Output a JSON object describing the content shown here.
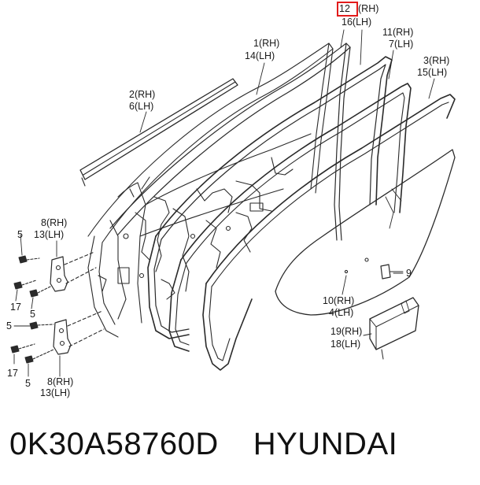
{
  "labels": {
    "l12": "12",
    "l12s": "(RH)",
    "l16": "16(LH)",
    "l1": "1(RH)",
    "l14": "14(LH)",
    "l11": "11(RH)",
    "l7": "7(LH)",
    "l3": "3(RH)",
    "l15": "15(LH)",
    "l2": "2(RH)",
    "l6": "6(LH)",
    "l8a": "8(RH)",
    "l13a": "13(LH)",
    "l5a": "5",
    "l17a": "17",
    "l5b": "5",
    "l5c": "5",
    "l17b": "17",
    "l5d": "5",
    "l8b": "8(RH)",
    "l13b": "13(LH)",
    "l9": "9",
    "l10": "10(RH)",
    "l4": "4(LH)",
    "l19": "19(RH)",
    "l18": "18(LH)"
  },
  "footer": {
    "part_number": "0K30A58760D",
    "brand": "HYUNDAI"
  },
  "highlight_color": "#e21b1b"
}
